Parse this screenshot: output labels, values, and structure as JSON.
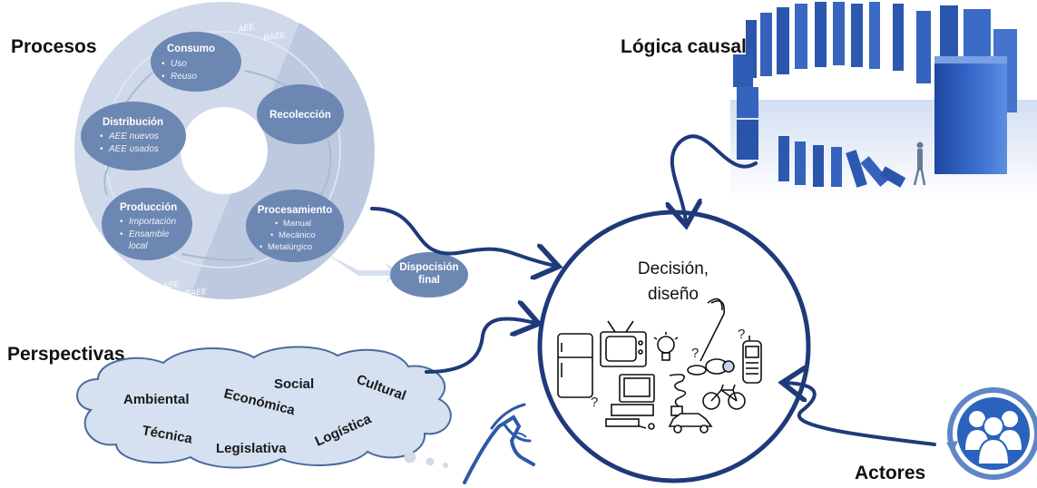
{
  "headings": {
    "procesos": "Procesos",
    "logica": "Lógica causal",
    "perspectivas": "Perspectivas",
    "actores": "Actores"
  },
  "cycle": {
    "ring_labels": {
      "aee_top": "AEE",
      "raee_top": "RAEE",
      "aee_bottom": "AEE",
      "raee_bottom": "RAEE"
    },
    "consumo": {
      "title": "Consumo",
      "items": [
        "Uso",
        "Reuso"
      ]
    },
    "recoleccion": {
      "title": "Recolección"
    },
    "distribucion": {
      "title": "Distribución",
      "items": [
        "AEE nuevos",
        "AEE usados"
      ]
    },
    "produccion": {
      "title": "Producción",
      "items": [
        "Importación",
        "Ensamble",
        "local"
      ]
    },
    "procesamiento": {
      "title": "Procesamiento",
      "items": [
        "Manual",
        "Mecánico",
        "Metalúrgico"
      ]
    },
    "disposicion": {
      "line1": "Dispocisión",
      "line2": "final"
    }
  },
  "center": {
    "line1": "Decisión,",
    "line2": "diseño",
    "question_mark": "?"
  },
  "perspectives": [
    "Ambiental",
    "Económica",
    "Social",
    "Cultural",
    "Técnica",
    "Legislativa",
    "Logística"
  ],
  "colors": {
    "arrow": "#1f3a7a",
    "circle_border": "#1f3a7a",
    "node_fill": "#6d87b3",
    "ring_fill": "#cdd7e8",
    "ring_dark": "#b8c6dd",
    "cloud_fill": "#d5e1f1",
    "cloud_stroke": "#4a6a9c",
    "domino": "#2f5bb5",
    "actors_blue": "#2a63bd"
  },
  "icons": [
    "refrigerator-icon",
    "tv-icon",
    "lightbulb-icon",
    "vacuum-icon",
    "phone-icon",
    "computer-icon",
    "cfl-bulb-icon",
    "bicycle-icon",
    "car-icon",
    "domino-icon",
    "people-icon",
    "thinking-face-icon"
  ]
}
